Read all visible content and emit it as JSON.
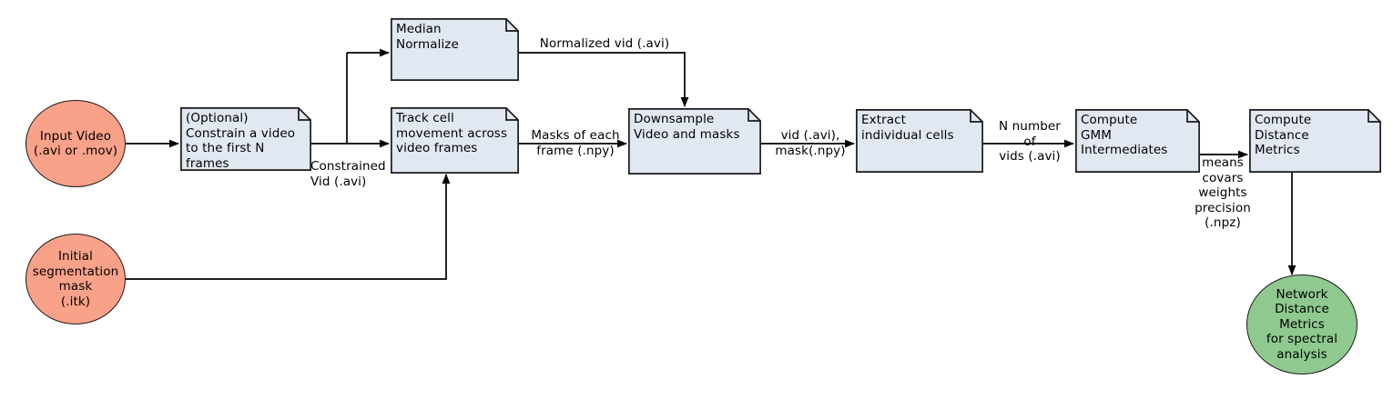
{
  "diagram": {
    "title": "Cell video processing pipeline flowchart",
    "colors": {
      "start_node_fill": "#FAA189",
      "end_node_fill": "#8FC98F",
      "process_fill": "#E1E8F2",
      "stroke": "#1a1a1a",
      "text": "#000000"
    }
  },
  "nodes": {
    "input_video": {
      "label": "Input Video\n(.avi or .mov)"
    },
    "initial_mask": {
      "label": "Initial\nsegmentation\nmask\n(.itk)"
    },
    "constrain": {
      "label": "(Optional)\nConstrain a video\nto the first N\nframes"
    },
    "median_normalize": {
      "label": "Median\nNormalize"
    },
    "track_cell": {
      "label": "Track cell\nmovement across\nvideo frames"
    },
    "downsample": {
      "label": "Downsample\nVideo and masks"
    },
    "extract_cells": {
      "label": "Extract\nindividual cells"
    },
    "compute_gmm": {
      "label": "Compute\nGMM\nIntermediates"
    },
    "compute_distance": {
      "label": "Compute\nDistance\nMetrics"
    },
    "network_distance": {
      "label": "Network\nDistance\nMetrics\nfor spectral\nanalysis"
    }
  },
  "edge_labels": {
    "constrained_vid": "Constrained\nVid (.avi)",
    "normalized_vid": "Normalized vid (.avi)",
    "masks_each_frame": "Masks of each\nframe (.npy)",
    "vid_mask": "vid (.avi),\nmask(.npy)",
    "n_number_vids": "N  number\nof\nvids (.avi)",
    "gmm_params": "means\ncovars\nweights\nprecision\n(.npz)"
  }
}
